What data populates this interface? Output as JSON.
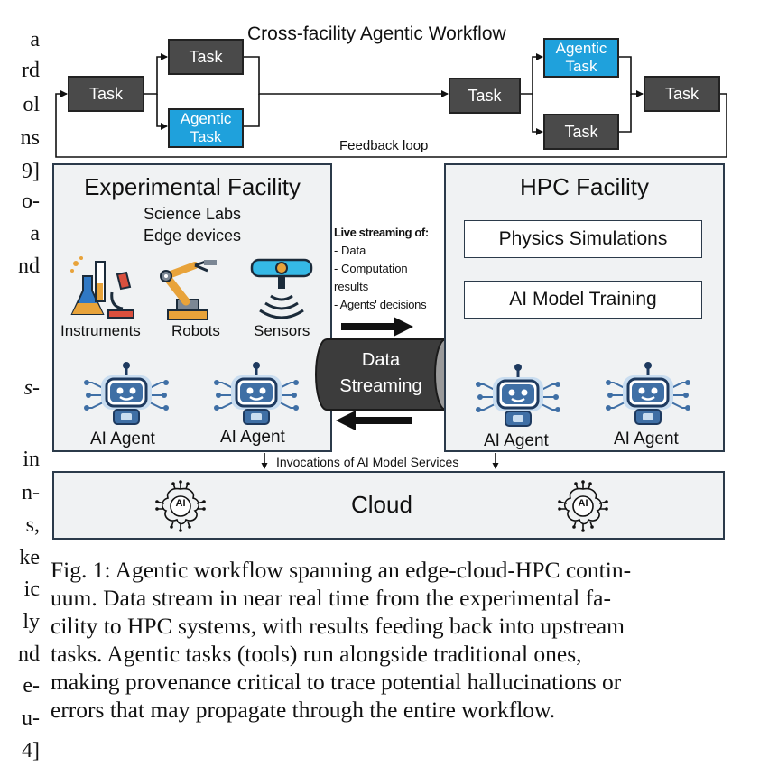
{
  "margin_fragments": [
    "a",
    "rd",
    "ol",
    "ns",
    "9]",
    "o-",
    "a",
    "nd",
    "s-",
    "in",
    "n-",
    "s,",
    "ke",
    "ic",
    "ly",
    "nd",
    "e-",
    "u-",
    "4]"
  ],
  "workflow": {
    "title": "Cross-facility Agentic Workflow",
    "task_label": "Task",
    "agentic_task_label_line1": "Agentic",
    "agentic_task_label_line2": "Task",
    "feedback_label": "Feedback loop"
  },
  "experimental_facility": {
    "title": "Experimental Facility",
    "subtitle_line1": "Science Labs",
    "subtitle_line2": "Edge devices",
    "items": [
      "Instruments",
      "Robots",
      "Sensors"
    ],
    "agent_label": "AI Agent"
  },
  "streaming": {
    "heading": "Live streaming of:",
    "items": [
      "- Data",
      "- Computation",
      "results",
      "- Agents' decisions"
    ],
    "cylinder_line1": "Data",
    "cylinder_line2": "Streaming"
  },
  "hpc_facility": {
    "title": "HPC Facility",
    "boxes": [
      "Physics Simulations",
      "AI Model Training"
    ],
    "agent_label": "AI Agent"
  },
  "invocations_label": "Invocations of AI Model Services",
  "cloud": {
    "label": "Cloud",
    "icon_text": "AI"
  },
  "caption": [
    "Fig. 1: Agentic workflow spanning an edge-cloud-HPC contin-",
    "uum. Data stream in near real time from the experimental fa-",
    "cility to HPC systems, with results feeding back into upstream",
    "tasks. Agentic tasks (tools) run alongside traditional ones,",
    "making provenance critical to trace potential hallucinations or",
    "errors that may propagate through the entire workflow."
  ],
  "colors": {
    "task_fill": "#4a4a4a",
    "agentic_fill": "#1fa1dc",
    "panel_fill": "#f0f2f3",
    "robot_blue": "#3f6fa5"
  }
}
